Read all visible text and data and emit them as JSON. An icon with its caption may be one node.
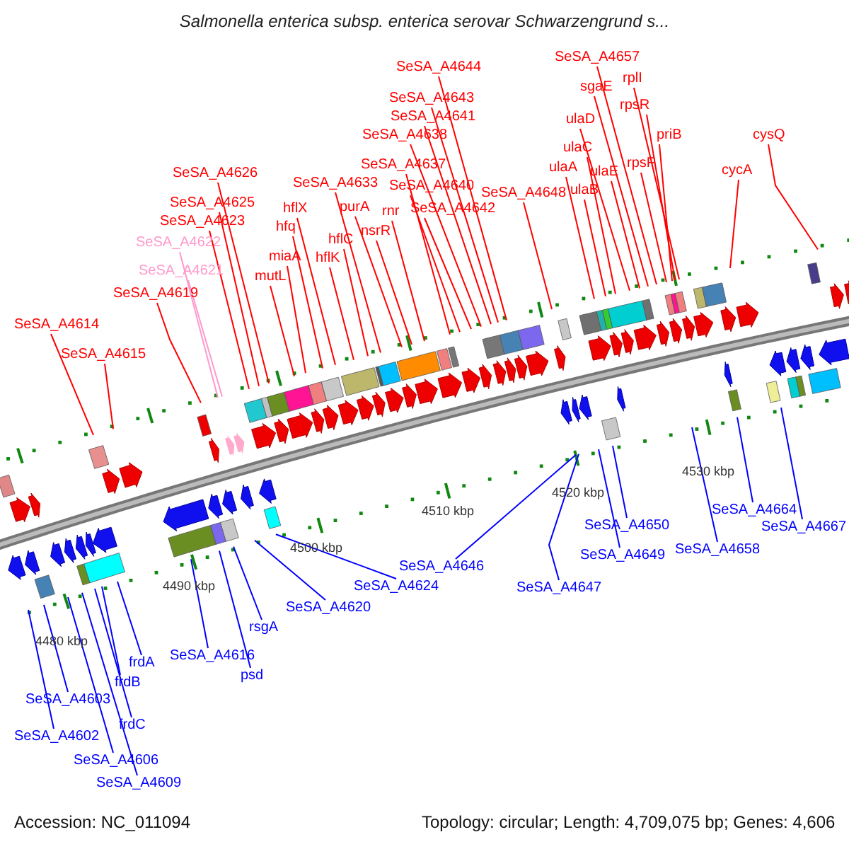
{
  "diagram": {
    "title": "Salmonella enterica subsp. enterica serovar Schwarzengrund s...",
    "nodes": [
      {
        "text": [
          "SeSA_A4614"
        ]
      },
      {
        "text": [
          "SeSA_A4615"
        ]
      },
      {
        "text": [
          "SeSA_A4619"
        ]
      },
      {
        "text": [
          "SeSA_A4621"
        ]
      },
      {
        "text": [
          "SeSA_A4622"
        ]
      },
      {
        "text": [
          "SeSA_A4623"
        ]
      },
      {
        "text": [
          "SeSA_A4625"
        ]
      },
      {
        "text": [
          "SeSA_A4626"
        ]
      },
      {
        "text": [
          "mutL"
        ]
      },
      {
        "text": [
          "miaA"
        ]
      },
      {
        "text": [
          "hfq"
        ]
      },
      {
        "text": [
          "hflX"
        ]
      },
      {
        "text": [
          "hflK"
        ]
      },
      {
        "text": [
          "hflC"
        ]
      },
      {
        "text": [
          "SeSA_A4633"
        ]
      },
      {
        "text": [
          "purA"
        ]
      },
      {
        "text": [
          "nsrR"
        ]
      },
      {
        "text": [
          "rnr"
        ]
      },
      {
        "text": [
          "SeSA_A4642"
        ]
      },
      {
        "text": [
          "SeSA_A4640"
        ]
      },
      {
        "text": [
          "SeSA_A4637"
        ]
      },
      {
        "text": [
          "SeSA_A4638"
        ]
      },
      {
        "text": [
          "SeSA_A4641"
        ]
      },
      {
        "text": [
          "SeSA_A4643"
        ]
      },
      {
        "text": [
          "SeSA_A4644"
        ]
      },
      {
        "text": [
          "SeSA_A4648"
        ]
      },
      {
        "text": [
          "ulaA"
        ]
      },
      {
        "text": [
          "ulaB"
        ]
      },
      {
        "text": [
          "ulaC"
        ]
      },
      {
        "text": [
          "ulaE"
        ]
      },
      {
        "text": [
          "ulaD"
        ]
      },
      {
        "text": [
          "sgaE"
        ]
      },
      {
        "text": [
          "SeSA_A4657"
        ]
      },
      {
        "text": [
          "rpsF"
        ]
      },
      {
        "text": [
          "priB"
        ]
      },
      {
        "text": [
          "rpsR"
        ]
      },
      {
        "text": [
          "rplI"
        ]
      },
      {
        "text": [
          "cycA"
        ]
      },
      {
        "text": [
          "cysQ"
        ]
      },
      {
        "text": [
          "SeSA_A4602"
        ]
      },
      {
        "text": [
          "SeSA_A4603"
        ]
      },
      {
        "text": [
          "SeSA_A4606"
        ]
      },
      {
        "text": [
          "SeSA_A4609"
        ]
      },
      {
        "text": [
          "frdC"
        ]
      },
      {
        "text": [
          "frdB"
        ]
      },
      {
        "text": [
          "frdA"
        ]
      },
      {
        "text": [
          "SeSA_A4616"
        ]
      },
      {
        "text": [
          "psd"
        ]
      },
      {
        "text": [
          "rsgA"
        ]
      },
      {
        "text": [
          "SeSA_A4620"
        ]
      },
      {
        "text": [
          "SeSA_A4624"
        ]
      },
      {
        "text": [
          "SeSA_A4646"
        ]
      },
      {
        "text": [
          "SeSA_A4647"
        ]
      },
      {
        "text": [
          "SeSA_A4649"
        ]
      },
      {
        "text": [
          "SeSA_A4650"
        ]
      },
      {
        "text": [
          "SeSA_A4658"
        ]
      },
      {
        "text": [
          "SeSA_A4664"
        ]
      },
      {
        "text": [
          "SeSA_A4667"
        ]
      }
    ],
    "edges": [
      {
        "from": 0,
        "to": null,
        "arrow": "none"
      },
      {
        "from": 1,
        "to": null,
        "arrow": "none"
      },
      {
        "from": 2,
        "to": null,
        "arrow": "none"
      },
      {
        "from": 3,
        "to": null,
        "arrow": "none",
        "color": "#ff99cc"
      },
      {
        "from": 4,
        "to": null,
        "arrow": "none",
        "color": "#ff99cc"
      },
      {
        "from": 5,
        "to": null,
        "arrow": "none"
      },
      {
        "from": 6,
        "to": null,
        "arrow": "none"
      },
      {
        "from": 7,
        "to": null,
        "arrow": "none"
      },
      {
        "from": 8,
        "to": null,
        "arrow": "none"
      },
      {
        "from": 9,
        "to": null,
        "arrow": "none"
      },
      {
        "from": 10,
        "to": null,
        "arrow": "none"
      },
      {
        "from": 11,
        "to": null,
        "arrow": "none"
      },
      {
        "from": 12,
        "to": null,
        "arrow": "none"
      },
      {
        "from": 13,
        "to": null,
        "arrow": "none"
      },
      {
        "from": 14,
        "to": null,
        "arrow": "none"
      },
      {
        "from": 15,
        "to": null,
        "arrow": "none"
      },
      {
        "from": 16,
        "to": null,
        "arrow": "none"
      },
      {
        "from": 17,
        "to": null,
        "arrow": "none"
      },
      {
        "from": 18,
        "to": null,
        "arrow": "none"
      },
      {
        "from": 19,
        "to": null,
        "arrow": "none"
      },
      {
        "from": 20,
        "to": null,
        "arrow": "none"
      },
      {
        "from": 21,
        "to": null,
        "arrow": "none"
      },
      {
        "from": 22,
        "to": null,
        "arrow": "none"
      },
      {
        "from": 23,
        "to": null,
        "arrow": "none"
      },
      {
        "from": 24,
        "to": null,
        "arrow": "none"
      },
      {
        "from": 25,
        "to": null,
        "arrow": "none"
      },
      {
        "from": 26,
        "to": null,
        "arrow": "none"
      },
      {
        "from": 27,
        "to": null,
        "arrow": "none"
      },
      {
        "from": 28,
        "to": null,
        "arrow": "none"
      },
      {
        "from": 29,
        "to": null,
        "arrow": "none"
      },
      {
        "from": 30,
        "to": null,
        "arrow": "none"
      },
      {
        "from": 31,
        "to": null,
        "arrow": "none"
      },
      {
        "from": 32,
        "to": null,
        "arrow": "none"
      },
      {
        "from": 33,
        "to": null,
        "arrow": "none"
      },
      {
        "from": 34,
        "to": null,
        "arrow": "none"
      },
      {
        "from": 35,
        "to": null,
        "arrow": "none"
      },
      {
        "from": 36,
        "to": null,
        "arrow": "none"
      },
      {
        "from": 37,
        "to": null,
        "arrow": "none"
      },
      {
        "from": 38,
        "to": null,
        "arrow": "none"
      },
      {
        "from": 39,
        "to": null,
        "arrow": "none",
        "color": "#0000ff"
      },
      {
        "from": 40,
        "to": null,
        "arrow": "none",
        "color": "#0000ff"
      },
      {
        "from": 41,
        "to": null,
        "arrow": "none",
        "color": "#0000ff"
      },
      {
        "from": 42,
        "to": null,
        "arrow": "none",
        "color": "#0000ff"
      },
      {
        "from": 43,
        "to": null,
        "arrow": "none",
        "color": "#0000ff"
      },
      {
        "from": 44,
        "to": null,
        "arrow": "none",
        "color": "#0000ff"
      },
      {
        "from": 45,
        "to": null,
        "arrow": "none",
        "color": "#0000ff"
      },
      {
        "from": 46,
        "to": null,
        "arrow": "none",
        "color": "#0000ff"
      },
      {
        "from": 47,
        "to": null,
        "arrow": "none",
        "color": "#0000ff"
      },
      {
        "from": 48,
        "to": null,
        "arrow": "none",
        "color": "#0000ff"
      },
      {
        "from": 49,
        "to": null,
        "arrow": "none",
        "color": "#0000ff"
      },
      {
        "from": 50,
        "to": null,
        "arrow": "none",
        "color": "#0000ff"
      },
      {
        "from": 51,
        "to": null,
        "arrow": "none",
        "color": "#0000ff"
      },
      {
        "from": 52,
        "to": null,
        "arrow": "none",
        "color": "#0000ff"
      },
      {
        "from": 53,
        "to": null,
        "arrow": "none",
        "color": "#0000ff"
      },
      {
        "from": 54,
        "to": null,
        "arrow": "none",
        "color": "#0000ff"
      },
      {
        "from": 55,
        "to": null,
        "arrow": "none",
        "color": "#0000ff"
      },
      {
        "from": 56,
        "to": null,
        "arrow": "none",
        "color": "#0000ff"
      },
      {
        "from": 57,
        "to": null,
        "arrow": "none",
        "color": "#0000ff"
      }
    ],
    "labels": [
      "4480 kbp",
      "4490 kbp",
      "4500 kbp",
      "4510 kbp",
      "4520 kbp",
      "4530 kbp",
      "Accession: NC_011094",
      "Topology: circular; Length: 4,709,075 bp; Genes: 4,606"
    ]
  }
}
